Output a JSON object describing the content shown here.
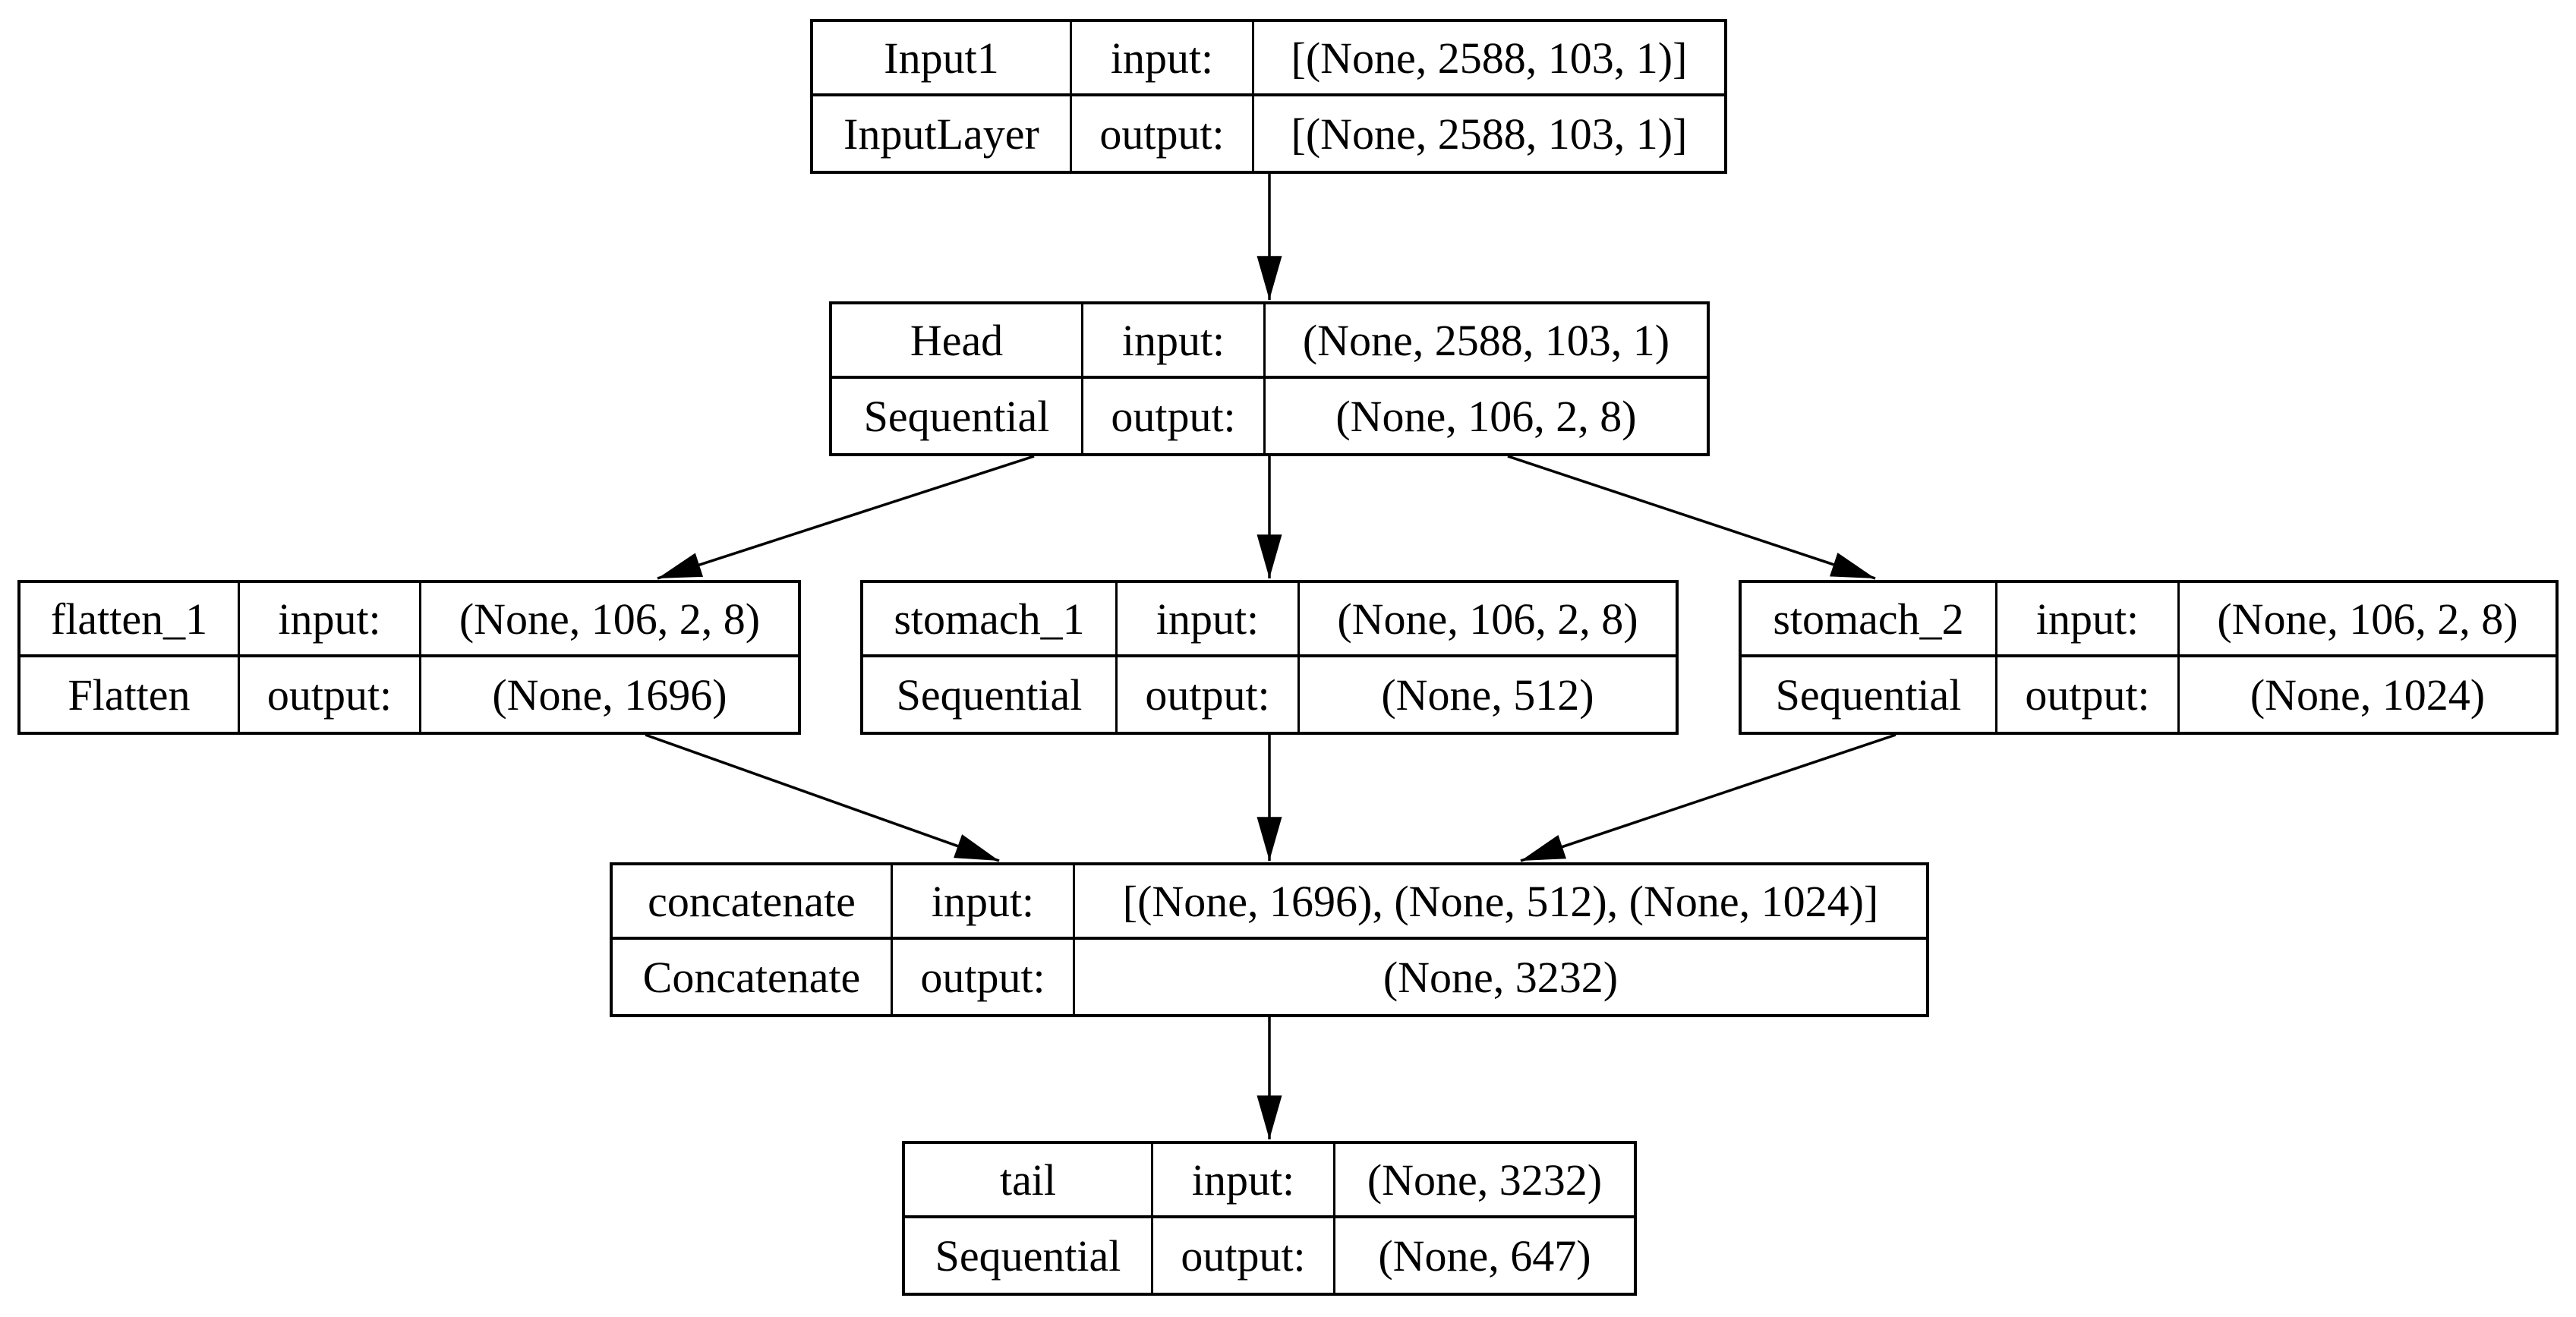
{
  "diagram": {
    "kind": "keras-model-plot",
    "background_color": "#ffffff",
    "node_fill": "#ffffff",
    "border_color": "#000000",
    "edge_color": "#000000",
    "nodes": [
      {
        "id": "input1",
        "name": "Input1",
        "layer_type": "InputLayer",
        "input_label": "input:",
        "output_label": "output:",
        "input_shape": "[(None, 2588, 103, 1)]",
        "output_shape": "[(None, 2588, 103, 1)]"
      },
      {
        "id": "head",
        "name": "Head",
        "layer_type": "Sequential",
        "input_label": "input:",
        "output_label": "output:",
        "input_shape": "(None, 2588, 103, 1)",
        "output_shape": "(None, 106, 2, 8)"
      },
      {
        "id": "flatten_1",
        "name": "flatten_1",
        "layer_type": "Flatten",
        "input_label": "input:",
        "output_label": "output:",
        "input_shape": "(None, 106, 2, 8)",
        "output_shape": "(None, 1696)"
      },
      {
        "id": "stomach_1",
        "name": "stomach_1",
        "layer_type": "Sequential",
        "input_label": "input:",
        "output_label": "output:",
        "input_shape": "(None, 106, 2, 8)",
        "output_shape": "(None, 512)"
      },
      {
        "id": "stomach_2",
        "name": "stomach_2",
        "layer_type": "Sequential",
        "input_label": "input:",
        "output_label": "output:",
        "input_shape": "(None, 106, 2, 8)",
        "output_shape": "(None, 1024)"
      },
      {
        "id": "concatenate",
        "name": "concatenate",
        "layer_type": "Concatenate",
        "input_label": "input:",
        "output_label": "output:",
        "input_shape": "[(None, 1696), (None, 512), (None, 1024)]",
        "output_shape": "(None, 3232)"
      },
      {
        "id": "tail",
        "name": "tail",
        "layer_type": "Sequential",
        "input_label": "input:",
        "output_label": "output:",
        "input_shape": "(None, 3232)",
        "output_shape": "(None, 647)"
      }
    ],
    "edges": [
      {
        "from": "input1",
        "to": "head"
      },
      {
        "from": "head",
        "to": "flatten_1"
      },
      {
        "from": "head",
        "to": "stomach_1"
      },
      {
        "from": "head",
        "to": "stomach_2"
      },
      {
        "from": "flatten_1",
        "to": "concatenate"
      },
      {
        "from": "stomach_1",
        "to": "concatenate"
      },
      {
        "from": "stomach_2",
        "to": "concatenate"
      },
      {
        "from": "concatenate",
        "to": "tail"
      }
    ]
  }
}
